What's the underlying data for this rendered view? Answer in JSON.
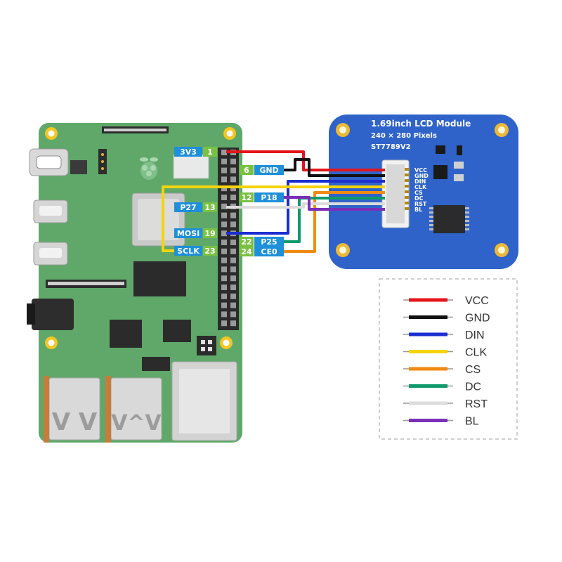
{
  "lcd": {
    "title": "1.69inch LCD Module",
    "resolution": "240 × 280 Pixels",
    "driver": "ST7789V2",
    "connector_pins": [
      "VCC",
      "GND",
      "DIN",
      "CLK",
      "CS",
      "DC",
      "RST",
      "BL"
    ]
  },
  "pi_labels": {
    "pin_3v3": {
      "name": "3V3",
      "num": "1"
    },
    "pin_gnd": {
      "name": "GND",
      "num": "6"
    },
    "pin_p18": {
      "name": "P18",
      "num": "12"
    },
    "pin_p27": {
      "name": "P27",
      "num": "13"
    },
    "pin_mosi": {
      "name": "MOSI",
      "num": "19"
    },
    "pin_p25": {
      "name": "P25",
      "num": "22"
    },
    "pin_sclk": {
      "name": "SCLK",
      "num": "23"
    },
    "pin_ce0": {
      "name": "CE0",
      "num": "24"
    }
  },
  "legend": [
    {
      "label": "VCC",
      "color": "#e4141b"
    },
    {
      "label": "GND",
      "color": "#111111"
    },
    {
      "label": "DIN",
      "color": "#1b2fd0"
    },
    {
      "label": "CLK",
      "color": "#f5d40c"
    },
    {
      "label": "CS",
      "color": "#f08a12"
    },
    {
      "label": "DC",
      "color": "#0e9a6a"
    },
    {
      "label": "RST",
      "color": "#dcdcdc"
    },
    {
      "label": "BL",
      "color": "#7a2fb8"
    }
  ],
  "colors": {
    "pi_board": "#5fa86a",
    "lcd_board": "#2f63c9",
    "pin_label_bg": "#1e8fd9",
    "pin_num_bg": "#7ac143"
  }
}
